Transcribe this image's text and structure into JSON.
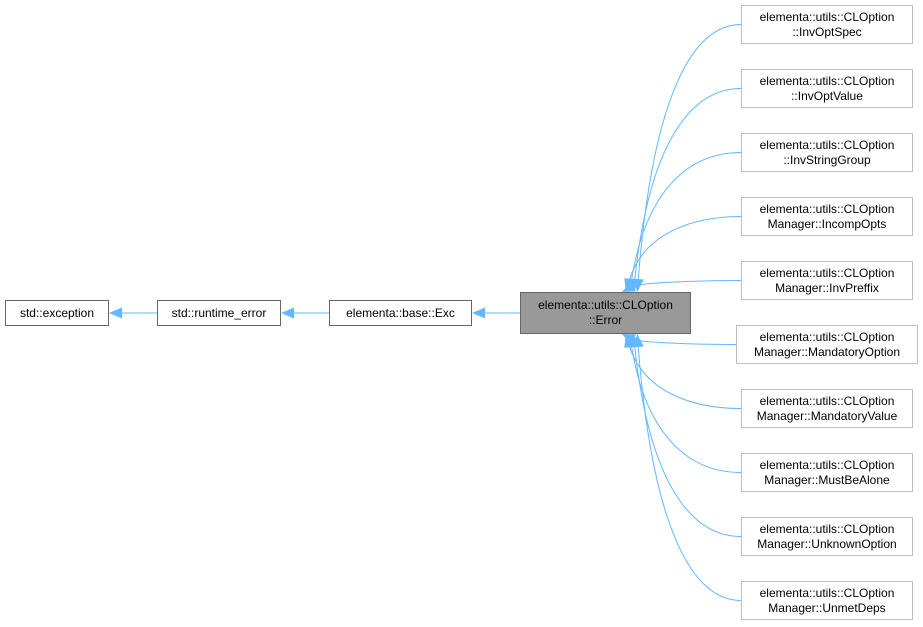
{
  "diagram": {
    "edge_color": "#63b8ff",
    "focus_fill": "#999999",
    "nodes": [
      {
        "id": "std-exception",
        "lines": [
          "std::exception"
        ]
      },
      {
        "id": "std-runtime-error",
        "lines": [
          "std::runtime_error"
        ]
      },
      {
        "id": "elementa-base-exc",
        "lines": [
          "elementa::base::Exc"
        ]
      },
      {
        "id": "cloption-error",
        "lines": [
          "elementa::utils::CLOption",
          "::Error"
        ]
      },
      {
        "id": "inv-opt-spec",
        "lines": [
          "elementa::utils::CLOption",
          "::InvOptSpec"
        ]
      },
      {
        "id": "inv-opt-value",
        "lines": [
          "elementa::utils::CLOption",
          "::InvOptValue"
        ]
      },
      {
        "id": "inv-string-group",
        "lines": [
          "elementa::utils::CLOption",
          "::InvStringGroup"
        ]
      },
      {
        "id": "incomp-opts",
        "lines": [
          "elementa::utils::CLOption",
          "Manager::IncompOpts"
        ]
      },
      {
        "id": "inv-preffix",
        "lines": [
          "elementa::utils::CLOption",
          "Manager::InvPreffix"
        ]
      },
      {
        "id": "mandatory-option",
        "lines": [
          "elementa::utils::CLOption",
          "Manager::MandatoryOption"
        ]
      },
      {
        "id": "mandatory-value",
        "lines": [
          "elementa::utils::CLOption",
          "Manager::MandatoryValue"
        ]
      },
      {
        "id": "must-be-alone",
        "lines": [
          "elementa::utils::CLOption",
          "Manager::MustBeAlone"
        ]
      },
      {
        "id": "unknown-option",
        "lines": [
          "elementa::utils::CLOption",
          "Manager::UnknownOption"
        ]
      },
      {
        "id": "unmet-deps",
        "lines": [
          "elementa::utils::CLOption",
          "Manager::UnmetDeps"
        ]
      }
    ],
    "edges": [
      {
        "from": "std-runtime-error",
        "to": "std-exception"
      },
      {
        "from": "elementa-base-exc",
        "to": "std-runtime-error"
      },
      {
        "from": "cloption-error",
        "to": "elementa-base-exc"
      },
      {
        "from": "inv-opt-spec",
        "to": "cloption-error"
      },
      {
        "from": "inv-opt-value",
        "to": "cloption-error"
      },
      {
        "from": "inv-string-group",
        "to": "cloption-error"
      },
      {
        "from": "incomp-opts",
        "to": "cloption-error"
      },
      {
        "from": "inv-preffix",
        "to": "cloption-error"
      },
      {
        "from": "mandatory-option",
        "to": "cloption-error"
      },
      {
        "from": "mandatory-value",
        "to": "cloption-error"
      },
      {
        "from": "must-be-alone",
        "to": "cloption-error"
      },
      {
        "from": "unknown-option",
        "to": "cloption-error"
      },
      {
        "from": "unmet-deps",
        "to": "cloption-error"
      }
    ]
  }
}
